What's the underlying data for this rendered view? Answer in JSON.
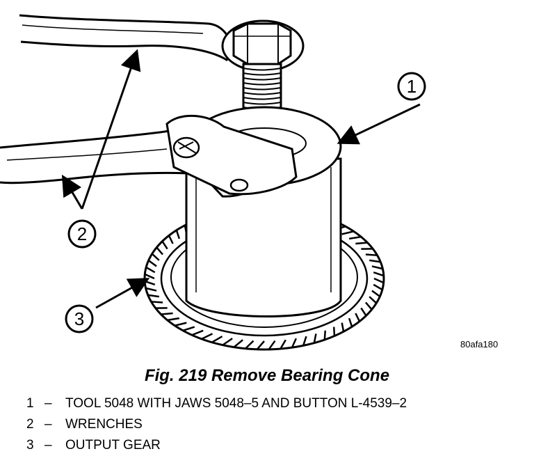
{
  "figure": {
    "ref_code": "80afa180",
    "callouts": [
      "1",
      "2",
      "3"
    ]
  },
  "caption": "Fig. 219 Remove Bearing Cone",
  "legend": [
    {
      "num": "1",
      "dash": "–",
      "text": "TOOL 5048 WITH JAWS 5048–5 AND BUTTON L-4539–2"
    },
    {
      "num": "2",
      "dash": "–",
      "text": "WRENCHES"
    },
    {
      "num": "3",
      "dash": "–",
      "text": "OUTPUT GEAR"
    }
  ]
}
